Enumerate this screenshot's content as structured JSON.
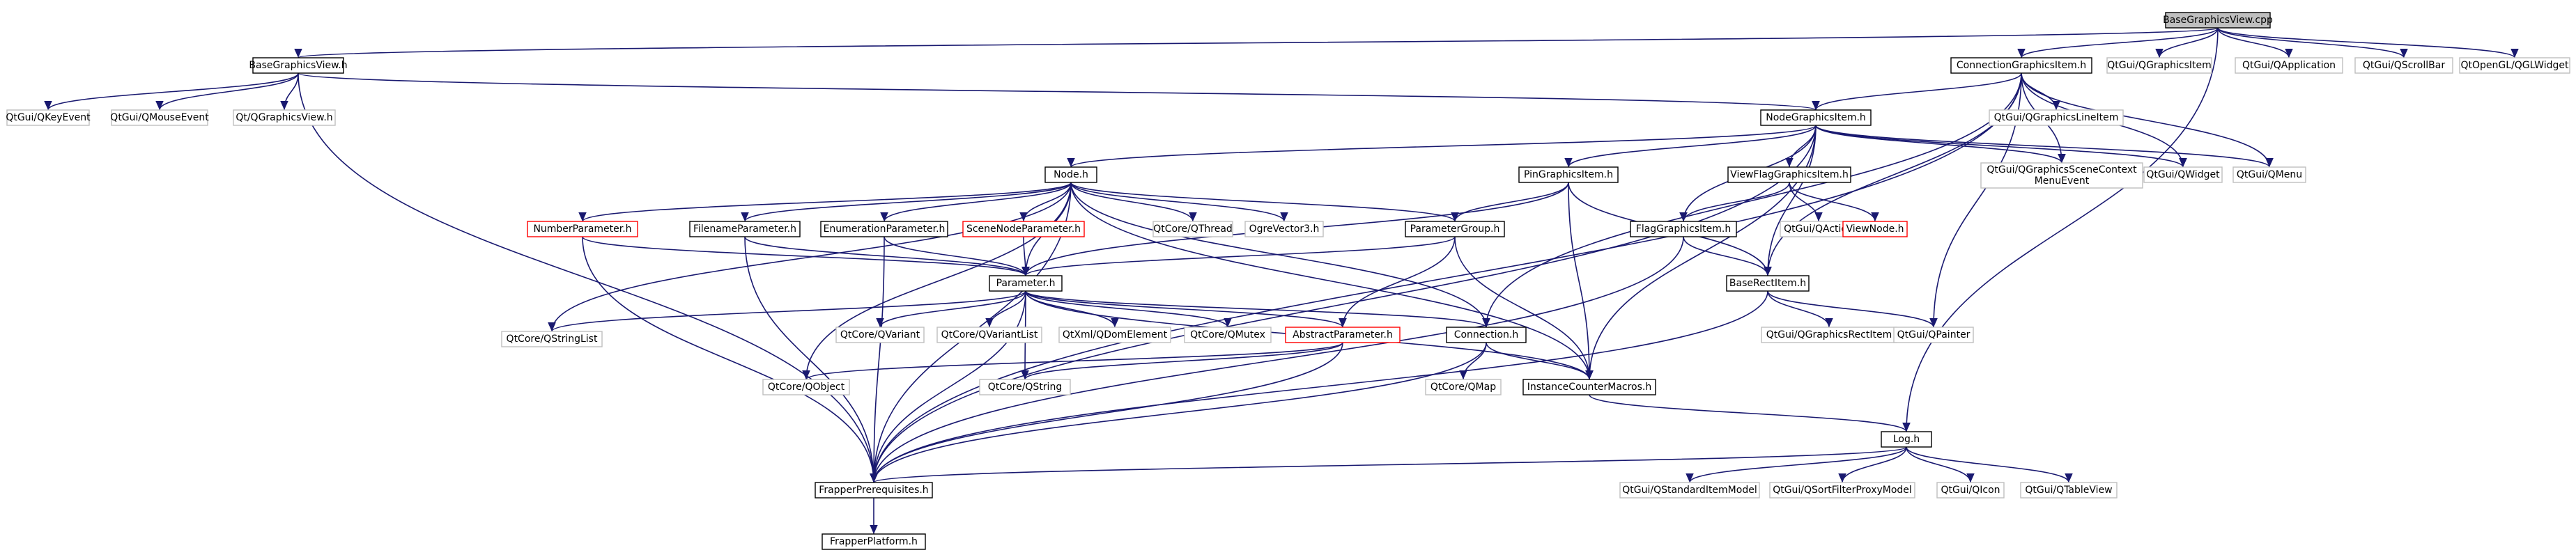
{
  "colors": {
    "edge": "#191970",
    "node_defined_border": "#000000",
    "node_external_border": "#bfbfbf",
    "node_undocumented_border": "#ff0000",
    "node_text": "#000000",
    "node_external_text": "#7f7f7f",
    "root_fill": "#bfbfbf",
    "node_fill": "#ffffff"
  },
  "nodes": [
    {
      "id": "root",
      "label": "BaseGraphicsView.cpp",
      "kind": "root"
    },
    {
      "id": "bgv_h",
      "label": "BaseGraphicsView.h",
      "kind": "defined"
    },
    {
      "id": "qkeyevent",
      "label": "QtGui/QKeyEvent",
      "kind": "external"
    },
    {
      "id": "qmouseevent",
      "label": "QtGui/QMouseEvent",
      "kind": "external"
    },
    {
      "id": "qgraphicsview",
      "label": "Qt/QGraphicsView.h",
      "kind": "external"
    },
    {
      "id": "cgi_h",
      "label": "ConnectionGraphicsItem.h",
      "kind": "defined"
    },
    {
      "id": "qgraphicsitem",
      "label": "QtGui/QGraphicsItem",
      "kind": "external"
    },
    {
      "id": "qapplication",
      "label": "QtGui/QApplication",
      "kind": "external"
    },
    {
      "id": "qscrollbar",
      "label": "QtGui/QScrollBar",
      "kind": "external"
    },
    {
      "id": "qglwidget",
      "label": "QtOpenGL/QGLWidget",
      "kind": "external"
    },
    {
      "id": "ngi_h",
      "label": "NodeGraphicsItem.h",
      "kind": "defined"
    },
    {
      "id": "qgraphicslineitem",
      "label": "QtGui/QGraphicsLineItem",
      "kind": "external"
    },
    {
      "id": "node_h",
      "label": "Node.h",
      "kind": "defined"
    },
    {
      "id": "pgi_h",
      "label": "PinGraphicsItem.h",
      "kind": "defined"
    },
    {
      "id": "vfgi_h",
      "label": "ViewFlagGraphicsItem.h",
      "kind": "defined"
    },
    {
      "id": "qgscme",
      "label": "QtGui/QGraphicsSceneContext\nMenuEvent",
      "kind": "external"
    },
    {
      "id": "qwidget",
      "label": "QtGui/QWidget",
      "kind": "external"
    },
    {
      "id": "qmenu",
      "label": "QtGui/QMenu",
      "kind": "external"
    },
    {
      "id": "numparam_h",
      "label": "NumberParameter.h",
      "kind": "undocumented"
    },
    {
      "id": "fileparam_h",
      "label": "FilenameParameter.h",
      "kind": "defined"
    },
    {
      "id": "enumparam_h",
      "label": "EnumerationParameter.h",
      "kind": "defined"
    },
    {
      "id": "scenenodeparam_h",
      "label": "SceneNodeParameter.h",
      "kind": "undocumented"
    },
    {
      "id": "qthread",
      "label": "QtCore/QThread",
      "kind": "external"
    },
    {
      "id": "ogrevector3",
      "label": "OgreVector3.h",
      "kind": "external"
    },
    {
      "id": "paramgroup_h",
      "label": "ParameterGroup.h",
      "kind": "defined"
    },
    {
      "id": "qaction",
      "label": "QtGui/QAction",
      "kind": "external"
    },
    {
      "id": "viewnode_h",
      "label": "ViewNode.h",
      "kind": "undocumented"
    },
    {
      "id": "fgi_h",
      "label": "FlagGraphicsItem.h",
      "kind": "defined"
    },
    {
      "id": "parameter_h",
      "label": "Parameter.h",
      "kind": "defined"
    },
    {
      "id": "baserectitem_h",
      "label": "BaseRectItem.h",
      "kind": "defined"
    },
    {
      "id": "qstringlist",
      "label": "QtCore/QStringList",
      "kind": "external"
    },
    {
      "id": "qvariant",
      "label": "QtCore/QVariant",
      "kind": "external"
    },
    {
      "id": "qvariantlist",
      "label": "QtCore/QVariantList",
      "kind": "external"
    },
    {
      "id": "qdomelement",
      "label": "QtXml/QDomElement",
      "kind": "external"
    },
    {
      "id": "qmutex",
      "label": "QtCore/QMutex",
      "kind": "external"
    },
    {
      "id": "absparam_h",
      "label": "AbstractParameter.h",
      "kind": "undocumented"
    },
    {
      "id": "connection_h",
      "label": "Connection.h",
      "kind": "defined"
    },
    {
      "id": "qgraphicsrectitem",
      "label": "QtGui/QGraphicsRectItem",
      "kind": "external"
    },
    {
      "id": "qpainter",
      "label": "QtGui/QPainter",
      "kind": "external"
    },
    {
      "id": "qobject",
      "label": "QtCore/QObject",
      "kind": "external"
    },
    {
      "id": "qstring",
      "label": "QtCore/QString",
      "kind": "external"
    },
    {
      "id": "qmap",
      "label": "QtCore/QMap",
      "kind": "external"
    },
    {
      "id": "icm_h",
      "label": "InstanceCounterMacros.h",
      "kind": "defined"
    },
    {
      "id": "log_h",
      "label": "Log.h",
      "kind": "defined"
    },
    {
      "id": "fp_h",
      "label": "FrapperPrerequisites.h",
      "kind": "defined"
    },
    {
      "id": "qstandarditemmodel",
      "label": "QtGui/QStandardItemModel",
      "kind": "external"
    },
    {
      "id": "qsfpm",
      "label": "QtGui/QSortFilterProxyModel",
      "kind": "external"
    },
    {
      "id": "qicon",
      "label": "QtGui/QIcon",
      "kind": "external"
    },
    {
      "id": "qtableview",
      "label": "QtGui/QTableView",
      "kind": "external"
    },
    {
      "id": "fplatform_h",
      "label": "FrapperPlatform.h",
      "kind": "defined"
    }
  ],
  "edges": [
    [
      "root",
      "bgv_h"
    ],
    [
      "root",
      "cgi_h"
    ],
    [
      "root",
      "qgraphicsitem"
    ],
    [
      "root",
      "qapplication"
    ],
    [
      "root",
      "qscrollbar"
    ],
    [
      "root",
      "qglwidget"
    ],
    [
      "root",
      "log_h"
    ],
    [
      "bgv_h",
      "qkeyevent"
    ],
    [
      "bgv_h",
      "qmouseevent"
    ],
    [
      "bgv_h",
      "qgraphicsview"
    ],
    [
      "bgv_h",
      "ngi_h"
    ],
    [
      "bgv_h",
      "fp_h"
    ],
    [
      "cgi_h",
      "ngi_h"
    ],
    [
      "cgi_h",
      "qgraphicslineitem"
    ],
    [
      "cgi_h",
      "qgscme"
    ],
    [
      "cgi_h",
      "qwidget"
    ],
    [
      "cgi_h",
      "qmenu"
    ],
    [
      "cgi_h",
      "qpainter"
    ],
    [
      "cgi_h",
      "fp_h"
    ],
    [
      "cgi_h",
      "connection_h"
    ],
    [
      "cgi_h",
      "baserectitem_h"
    ],
    [
      "ngi_h",
      "node_h"
    ],
    [
      "ngi_h",
      "pgi_h"
    ],
    [
      "ngi_h",
      "vfgi_h"
    ],
    [
      "ngi_h",
      "fgi_h"
    ],
    [
      "ngi_h",
      "qgscme"
    ],
    [
      "ngi_h",
      "qwidget"
    ],
    [
      "ngi_h",
      "qmenu"
    ],
    [
      "ngi_h",
      "baserectitem_h"
    ],
    [
      "ngi_h",
      "icm_h"
    ],
    [
      "ngi_h",
      "fp_h"
    ],
    [
      "node_h",
      "numparam_h"
    ],
    [
      "node_h",
      "fileparam_h"
    ],
    [
      "node_h",
      "enumparam_h"
    ],
    [
      "node_h",
      "scenenodeparam_h"
    ],
    [
      "node_h",
      "qthread"
    ],
    [
      "node_h",
      "ogrevector3"
    ],
    [
      "node_h",
      "paramgroup_h"
    ],
    [
      "node_h",
      "parameter_h"
    ],
    [
      "node_h",
      "connection_h"
    ],
    [
      "node_h",
      "icm_h"
    ],
    [
      "node_h",
      "qstringlist"
    ],
    [
      "node_h",
      "qobject"
    ],
    [
      "node_h",
      "fp_h"
    ],
    [
      "pgi_h",
      "paramgroup_h"
    ],
    [
      "pgi_h",
      "parameter_h"
    ],
    [
      "pgi_h",
      "baserectitem_h"
    ],
    [
      "pgi_h",
      "icm_h"
    ],
    [
      "vfgi_h",
      "fgi_h"
    ],
    [
      "vfgi_h",
      "qaction"
    ],
    [
      "vfgi_h",
      "viewnode_h"
    ],
    [
      "fgi_h",
      "baserectitem_h"
    ],
    [
      "fgi_h",
      "fp_h"
    ],
    [
      "numparam_h",
      "parameter_h"
    ],
    [
      "numparam_h",
      "fp_h"
    ],
    [
      "fileparam_h",
      "parameter_h"
    ],
    [
      "fileparam_h",
      "fp_h"
    ],
    [
      "enumparam_h",
      "parameter_h"
    ],
    [
      "enumparam_h",
      "fp_h"
    ],
    [
      "scenenodeparam_h",
      "parameter_h"
    ],
    [
      "paramgroup_h",
      "parameter_h"
    ],
    [
      "paramgroup_h",
      "absparam_h"
    ],
    [
      "paramgroup_h",
      "icm_h"
    ],
    [
      "parameter_h",
      "qstringlist"
    ],
    [
      "parameter_h",
      "qvariant"
    ],
    [
      "parameter_h",
      "qvariantlist"
    ],
    [
      "parameter_h",
      "qdomelement"
    ],
    [
      "parameter_h",
      "qmutex"
    ],
    [
      "parameter_h",
      "absparam_h"
    ],
    [
      "parameter_h",
      "connection_h"
    ],
    [
      "parameter_h",
      "icm_h"
    ],
    [
      "parameter_h",
      "qstring"
    ],
    [
      "parameter_h",
      "fp_h"
    ],
    [
      "baserectitem_h",
      "qgraphicsrectitem"
    ],
    [
      "baserectitem_h",
      "qpainter"
    ],
    [
      "baserectitem_h",
      "fp_h"
    ],
    [
      "absparam_h",
      "qobject"
    ],
    [
      "absparam_h",
      "qstring"
    ],
    [
      "absparam_h",
      "fp_h"
    ],
    [
      "connection_h",
      "qmap"
    ],
    [
      "connection_h",
      "icm_h"
    ],
    [
      "connection_h",
      "fp_h"
    ],
    [
      "icm_h",
      "log_h"
    ],
    [
      "log_h",
      "fp_h"
    ],
    [
      "log_h",
      "qstandarditemmodel"
    ],
    [
      "log_h",
      "qsfpm"
    ],
    [
      "log_h",
      "qicon"
    ],
    [
      "log_h",
      "qtableview"
    ],
    [
      "fp_h",
      "fplatform_h"
    ]
  ]
}
